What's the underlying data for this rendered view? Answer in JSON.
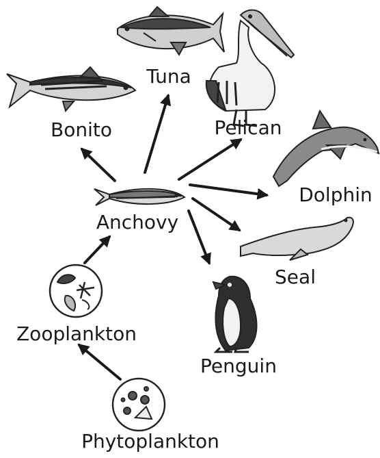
{
  "organisms": {
    "tuna": "Tuna",
    "bonito": "Bonito",
    "pelican": "Pelican",
    "dolphin": "Dolphin",
    "anchovy": "Anchovy",
    "seal": "Seal",
    "zooplankton": "Zooplankton",
    "penguin": "Penguin",
    "phytoplankton": "Phytoplankton"
  },
  "colors": {
    "arrow": "#1a1a1a",
    "outline": "#222222",
    "fill_light": "#cfcfcf",
    "fill_dark": "#555555"
  }
}
